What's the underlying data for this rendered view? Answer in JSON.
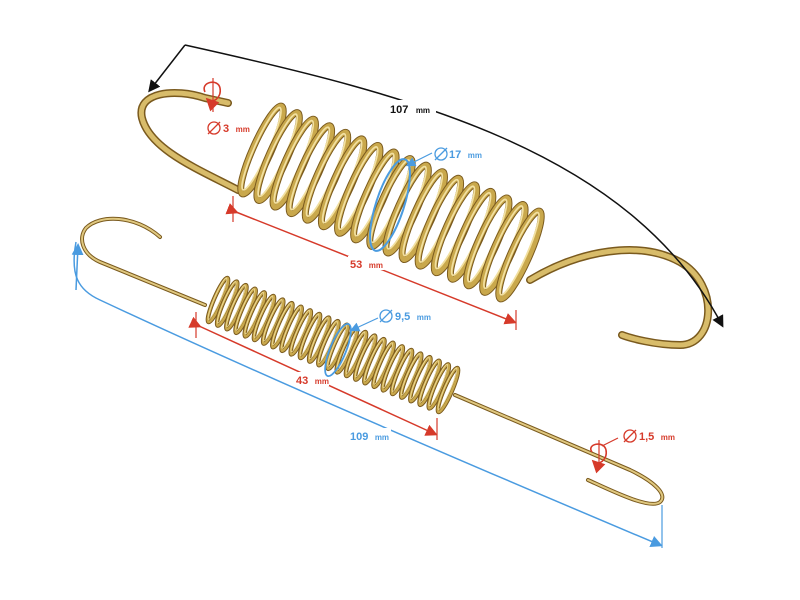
{
  "colors": {
    "overall": "#111111",
    "red": "#d63a2a",
    "blue": "#4a9be0",
    "wire": "#c2a248",
    "wire_dark": "#7a5a1e",
    "wire_light": "#f0dc98"
  },
  "big_spring": {
    "overall_length": {
      "value": "107",
      "unit": "mm"
    },
    "coil_length": {
      "value": "53",
      "unit": "mm"
    },
    "coil_diameter": {
      "value": "17",
      "unit": "mm"
    },
    "wire_diameter": {
      "value": "3",
      "unit": "mm"
    }
  },
  "small_spring": {
    "overall_length": {
      "value": "109",
      "unit": "mm"
    },
    "coil_length": {
      "value": "43",
      "unit": "mm"
    },
    "coil_diameter": {
      "value": "9,5",
      "unit": "mm"
    },
    "wire_diameter": {
      "value": "1,5",
      "unit": "mm"
    }
  },
  "icons": [
    "diameter-icon",
    "rotation-arrow-icon"
  ]
}
